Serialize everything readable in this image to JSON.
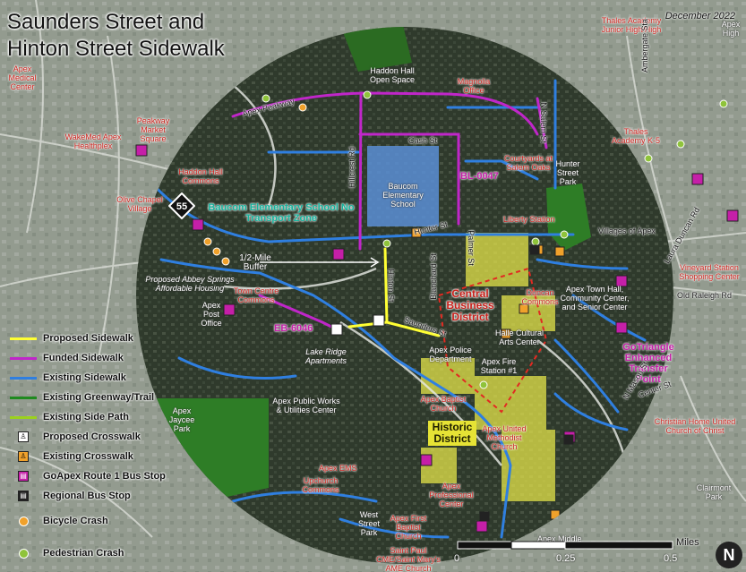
{
  "title_line1": "Saunders Street and",
  "title_line2": "Hinton Street Sidewalk",
  "date": "December 2022",
  "legend": [
    {
      "label": "Proposed Sidewalk",
      "symbol": "line",
      "color": "#ffff33"
    },
    {
      "label": "Funded Sidewalk",
      "symbol": "line",
      "color": "#c026c9"
    },
    {
      "label": "Existing Sidewalk",
      "symbol": "line",
      "color": "#2f7fe0"
    },
    {
      "label": "Existing Greenway/Trail",
      "symbol": "line",
      "color": "#1f8a1f"
    },
    {
      "label": "Existing Side Path",
      "symbol": "line",
      "color": "#9bd11e"
    },
    {
      "label": "Proposed Crosswalk",
      "symbol": "box",
      "color": "#ffffff"
    },
    {
      "label": "Existing Crosswalk",
      "symbol": "box",
      "color": "#f0a12b"
    },
    {
      "label": "GoApex Route 1 Bus Stop",
      "symbol": "box",
      "color": "#c51fa8"
    },
    {
      "label": "Regional Bus Stop",
      "symbol": "box",
      "color": "#222222"
    },
    {
      "label": "Bicycle Crash",
      "symbol": "dot",
      "color": "#f0a12b"
    },
    {
      "label": "Pedestrian Crash",
      "symbol": "dot",
      "color": "#8fc33b"
    }
  ],
  "scale": {
    "unit": "Miles",
    "ticks": [
      "0",
      "0.25",
      "0.5"
    ]
  },
  "north": "N",
  "route_badge": "55",
  "places": {
    "apex_medical_center": "Apex Medical Center",
    "peakway_market_square": "Peakway Market Square",
    "wakemed": "WakeMed Apex Healthplex",
    "haddon_hall_commons": "Haddon Hall Commons",
    "olive_chapel_village": "Olive Chapel Village",
    "haddon_hall_open_space": "Haddon Hall Open Space",
    "magnolia_office": "Magnolia Office",
    "thales_jr_high": "Thales Academy Junior High/High",
    "thales_k5": "Thales Academy K-5",
    "apex_high": "Apex High",
    "courtyards": "Courtyards at Salem Oaks",
    "hunter_street_park": "Hunter Street Park",
    "baucom_school_building": "Baucom Elementary School",
    "baucom_zone": "Baucom Elementary School No Transport Zone",
    "bl_0047": "BL-0047",
    "liberty_station": "Liberty Station",
    "villages_of_apex": "Villages of Apex",
    "vineyard_station": "Vineyard Station Shopping Center",
    "half_mile_buffer": "1/2-Mile Buffer",
    "abbey_springs": "Proposed Abbey Springs Affordable Housing",
    "town_centre_commons": "Town Centre Commons",
    "apex_post_office": "Apex Post Office",
    "eb_6046": "EB-6046",
    "central_business_district": "Central Business District",
    "duncan_commons": "Duncan Commons",
    "town_hall": "Apex Town Hall, Community Center, and Senior Center",
    "halle_cultural": "Halle Cultural Arts Center",
    "apex_police": "Apex Police Department",
    "apex_fire": "Apex Fire Station #1",
    "lake_ridge": "Lake Ridge Apartments",
    "gotriangle": "GoTriangle Enhanced Transfer Point",
    "apex_public_works": "Apex Public Works & Utilities Center",
    "apex_baptist": "Apex Baptist Church",
    "historic_district": "Historic District",
    "apex_united_methodist": "Apex United Methodist Church",
    "christian_home": "Christian Home United Church of Christ",
    "apex_jaycee_park": "Apex Jaycee Park",
    "apex_ems": "Apex EMS",
    "upchurch_commons": "Upchurch Commons",
    "apex_professional_center": "Apex Professional Center",
    "west_street_park": "West Street Park",
    "apex_first_baptist": "Apex First Baptist Church",
    "saint_paul": "Saint Paul CME/Saint Mary's AME Church",
    "apex_middle": "Apex Middle",
    "clairmont_park": "Clairmont Park"
  },
  "streets": {
    "apex_peakway": "Apex Peakway",
    "cash_st": "Cash St",
    "n_salem_st": "N Salem St",
    "hillcrest_rd": "Hillcrest Rd",
    "hunter_st": "Hunter St",
    "palmer_st": "Palmer St",
    "hinton_st": "Hinton St",
    "blanchard_st": "Blanchard St",
    "saunders_st": "Saunders St",
    "laura_duncan_rd": "Laura Duncan Rd",
    "old_raleigh_rd": "Old Raleigh Rd",
    "n_mason_st": "N Mason St",
    "center_st": "Center St",
    "ambergate_sta": "Ambergate Sta"
  }
}
